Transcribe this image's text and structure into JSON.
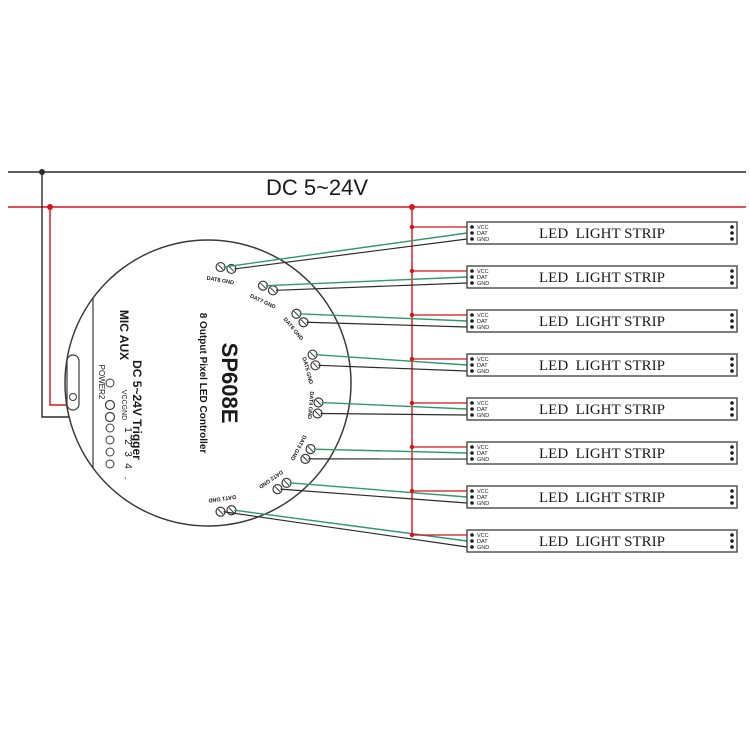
{
  "supply_label": "DC 5~24V",
  "controller": {
    "model": "SP608E",
    "subtitle": "8 Output Pixel LED Controller",
    "trigger_label": "DC 5~24V Trigger",
    "mic_aux_label": "MIC AUX",
    "power_label": "POWER2",
    "vcc_gnd_label": "VCCGND",
    "trigger_numbers": [
      "1",
      "2",
      "3",
      "4"
    ],
    "dot_label": "."
  },
  "outputs": [
    {
      "label": "DAT8 GND"
    },
    {
      "label": "DAT7 GND"
    },
    {
      "label": "DAT6 GND"
    },
    {
      "label": "DAT5 GND"
    },
    {
      "label": "DAT4 GND"
    },
    {
      "label": "DAT3 GND"
    },
    {
      "label": "DAT2 GND"
    },
    {
      "label": "DAT1 GND"
    }
  ],
  "strip": {
    "label": "LED  LIGHT STRIP",
    "pins": [
      "VCC",
      "DAT",
      "GND"
    ],
    "count": 8
  },
  "colors": {
    "vcc_wire": "#d8121b",
    "gnd_wire": "#2b2b2b",
    "dat_wire": "#2e9a6a",
    "outline": "#3a3a3a"
  }
}
